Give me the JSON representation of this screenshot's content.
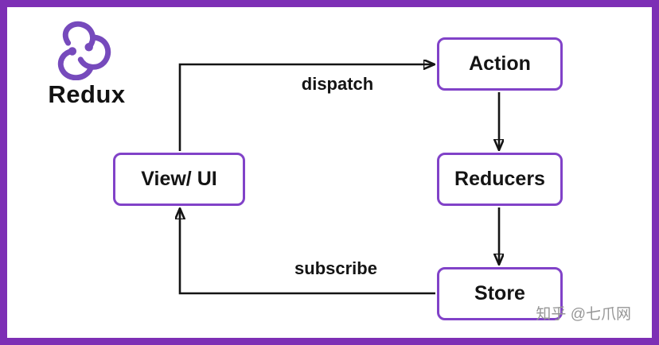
{
  "brand": {
    "name": "Redux",
    "logo_icon": "redux-knot-logo"
  },
  "colors": {
    "frame_purple": "#7d2fb5",
    "box_border_purple": "#8142c8",
    "logo_purple": "#764abc",
    "arrow_black": "#141414",
    "watermark_gray": "#969696"
  },
  "diagram": {
    "type": "flow-cycle",
    "nodes": [
      {
        "id": "action",
        "label": "Action"
      },
      {
        "id": "reducers",
        "label": "Reducers"
      },
      {
        "id": "store",
        "label": "Store"
      },
      {
        "id": "view",
        "label": "View/ UI"
      }
    ],
    "edges": [
      {
        "from": "view",
        "to": "action",
        "label": "dispatch"
      },
      {
        "from": "action",
        "to": "reducers",
        "label": ""
      },
      {
        "from": "reducers",
        "to": "store",
        "label": ""
      },
      {
        "from": "store",
        "to": "view",
        "label": "subscribe"
      }
    ]
  },
  "watermark": "知乎 @七爪网"
}
